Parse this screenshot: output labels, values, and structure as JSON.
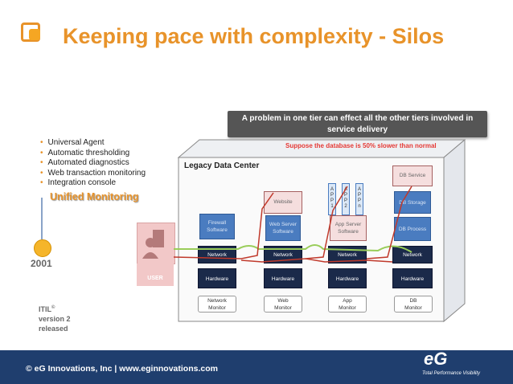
{
  "title": "Keeping pace with complexity - Silos",
  "bullets": [
    "Universal Agent",
    "Automatic thresholding",
    "Automated diagnostics",
    "Web transaction monitoring",
    "Integration console"
  ],
  "unified": "Unified Monitoring",
  "year": "2001",
  "itil": {
    "line1": "ITIL",
    "sup": "©",
    "line2": "version 2",
    "line3": "released"
  },
  "callout": {
    "line1": "A problem in one tier can effect all the other tiers involved in",
    "line2": "service delivery"
  },
  "suppose": "Suppose the database is 50% slower than normal",
  "datacenter": "Legacy Data Center",
  "user": "USER",
  "tiers": [
    {
      "sw1": "Firewall",
      "sw2": "Software",
      "net": "Network",
      "hw": "Hardware",
      "mon1": "Network",
      "mon2": "Monitor"
    },
    {
      "top": "Website",
      "sw1": "Web Server",
      "sw2": "Software",
      "net": "Network",
      "hw": "Hardware",
      "mon1": "Web",
      "mon2": "Monitor"
    },
    {
      "apps": [
        "A\nP\nP\n1",
        "A\nP\nP\n2",
        "A\nP\nP\nn"
      ],
      "sw1": "App Server",
      "sw2": "Software",
      "net": "Network",
      "hw": "Hardware",
      "mon1": "App",
      "mon2": "Monitor"
    },
    {
      "top0": "DB Service",
      "top": "DB Storage",
      "sw1": "DB Process",
      "net": "Network",
      "hw": "Hardware",
      "mon1": "DB",
      "mon2": "Monitor"
    }
  ],
  "footer": "© eG Innovations, Inc  |  www.eginnovations.com",
  "brand": {
    "logo": "eG",
    "tagline": "Total Performance Visibility"
  }
}
